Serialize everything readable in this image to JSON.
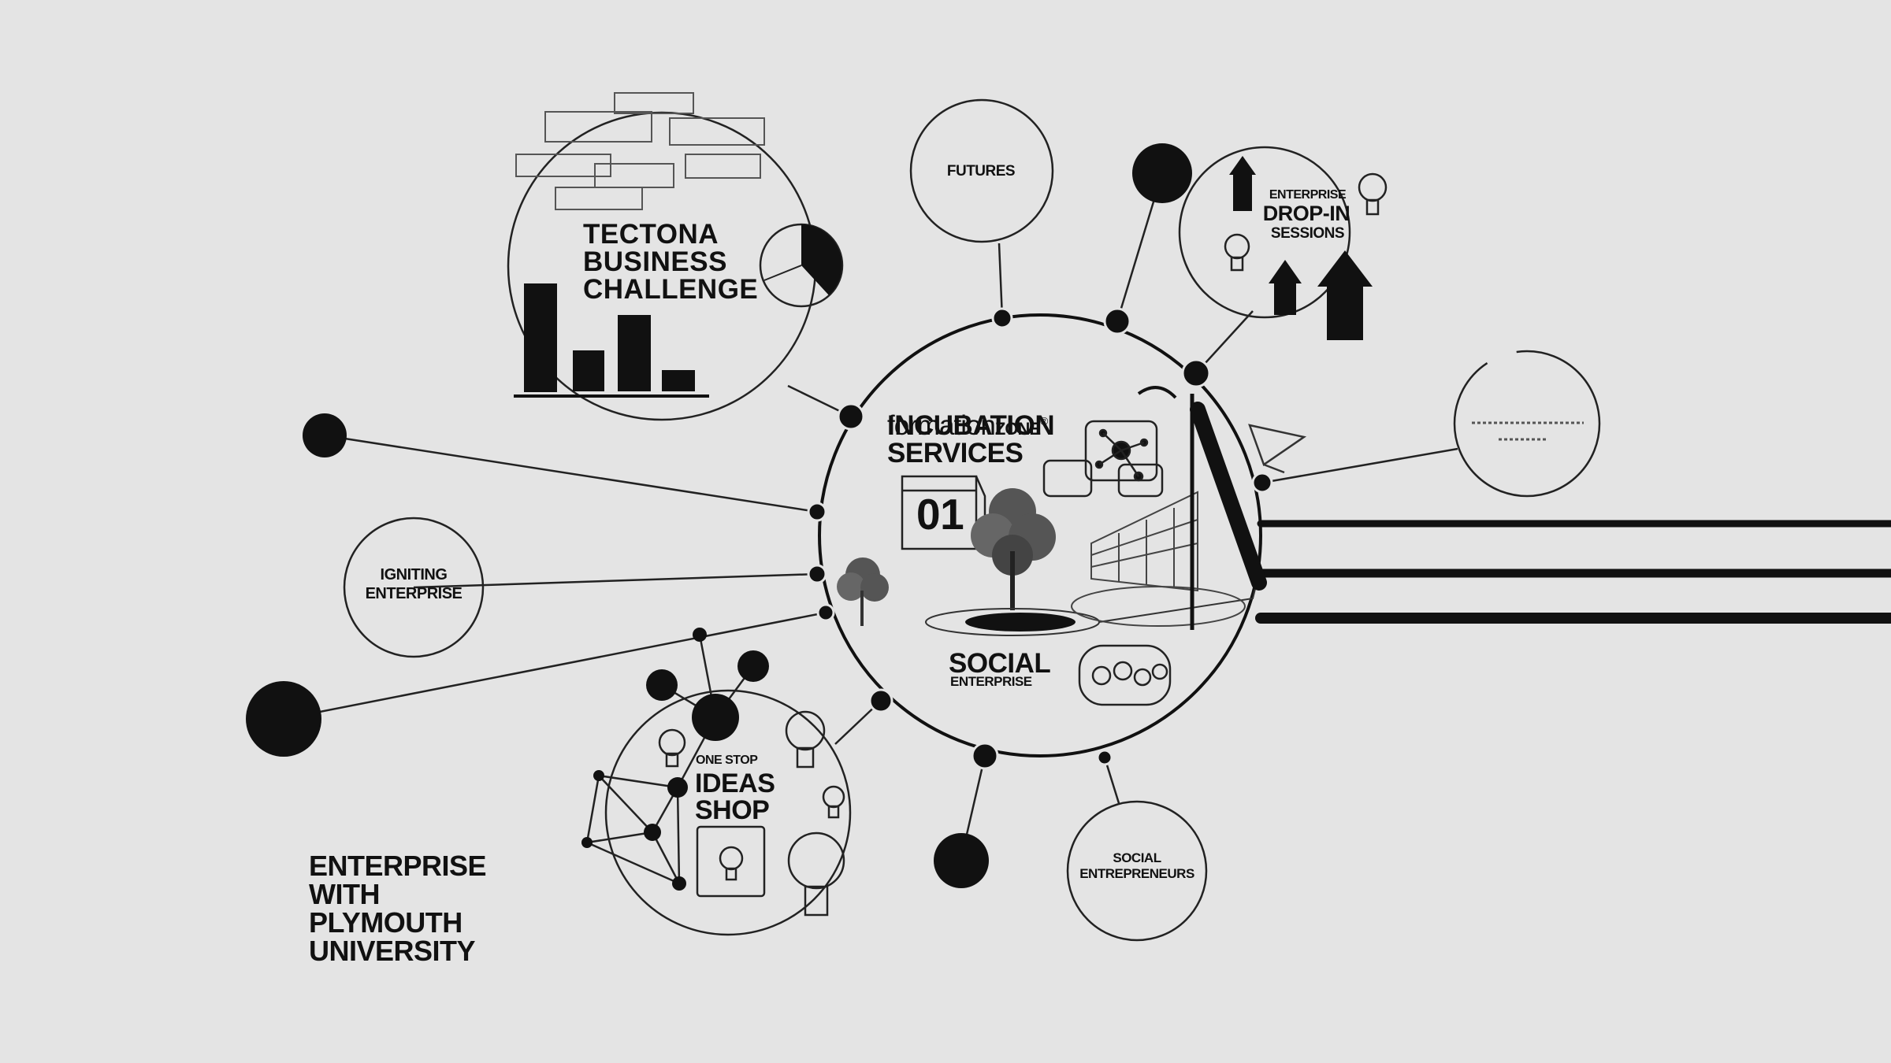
{
  "hub": {
    "brand_light": "formation",
    "brand_bold": "ZONE",
    "brand_mark": "®",
    "title": "INCUBATION\nSERVICES",
    "calendar_number": "01",
    "social": "SOCIAL",
    "social_sub": "ENTERPRISE"
  },
  "nodes": {
    "tectona": "TECTONA\nBUSINESS\nCHALLENGE",
    "futures": "FUTURES",
    "dropin_small": "ENTERPRISE",
    "dropin_big": "DROP-IN",
    "dropin_sub": "SESSIONS",
    "igniting": "IGNITING\nENTERPRISE",
    "ideas_small": "ONE STOP",
    "ideas_big": "IDEAS\nSHOP",
    "social_entrepreneurs": "SOCIAL\nENTREPRENEURS"
  },
  "footer": {
    "title": "ENTERPRISE\nWITH\nPLYMOUTH\nUNIVERSITY"
  },
  "colors": {
    "background": "#e4e4e4",
    "ink": "#111111"
  }
}
